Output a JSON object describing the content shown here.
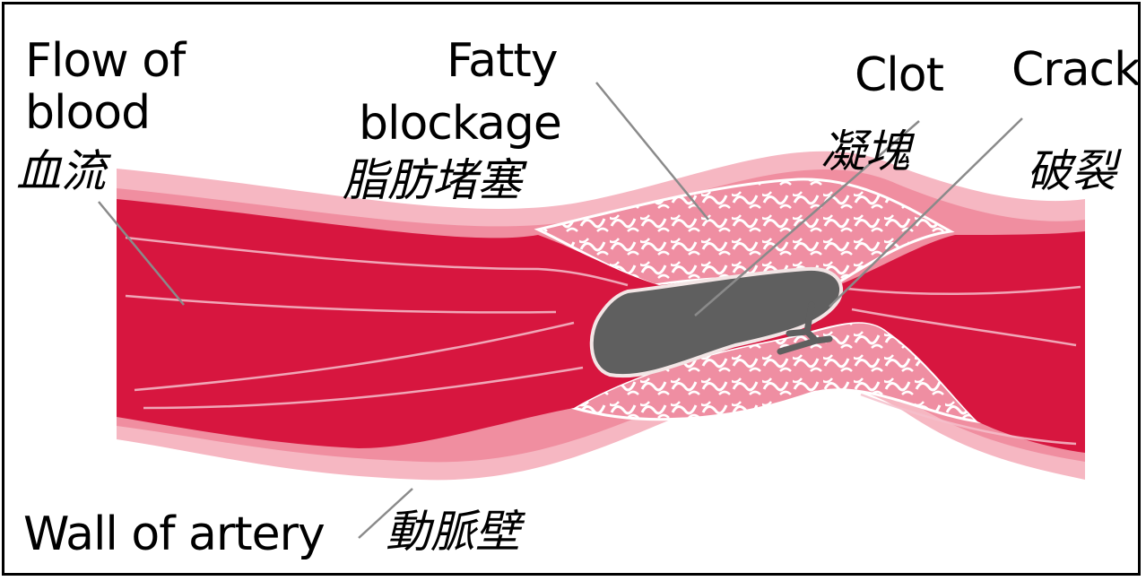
{
  "labels": {
    "flow_en_1": "Flow of",
    "flow_en_2": "blood",
    "flow_zh": "血流",
    "fatty_en_1": "Fatty",
    "fatty_en_2": "blockage",
    "fatty_zh": "脂肪堵塞",
    "clot_en": "Clot",
    "clot_zh": "凝塊",
    "crack_en": "Crack",
    "crack_zh": "破裂",
    "wall_en": "Wall of artery",
    "wall_zh": "動脈壁"
  },
  "colors": {
    "outer_wall": "#f6b7c2",
    "inner_wall": "#f08ea0",
    "blood": "#d7163f",
    "blood_streak": "#f5c0cc",
    "plaque": "#ef8ea2",
    "plaque_pattern": "#ffffff",
    "clot": "#5f5f5f",
    "clot_outline": "#f3e6e6",
    "pointer_line": "#8a8a8a",
    "border": "#000000"
  }
}
